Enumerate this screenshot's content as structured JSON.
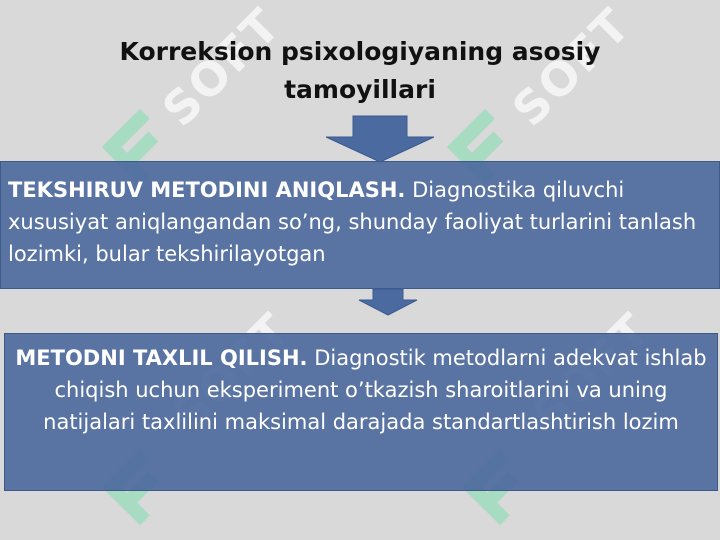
{
  "title": "Korreksion psixologiyaning asosiy tamoyillari",
  "watermark": {
    "text": "SOFT",
    "color": "#a8dcc2"
  },
  "blocks": [
    {
      "heading": "TEKSHIRUV METODINI ANIQLASH.",
      "text": "Diagnostika qiluvchi xususiyat aniqlangandan so’ng, shunday faoliyat turlarini tanlash lozimki, bular tekshirilayotgan"
    },
    {
      "heading": "METODNI TAXLIL QILISH.",
      "text": "Diagnostik metodlarni adekvat ishlab chiqish uchun eksperiment o’tkazish sharoitlarini va uning natijalari taxlilini maksimal darajada standartlashtirish lozim"
    }
  ],
  "colors": {
    "box": "#4f6b9e",
    "arrow": "#4a6aa0",
    "background": "#d9d9d9"
  }
}
